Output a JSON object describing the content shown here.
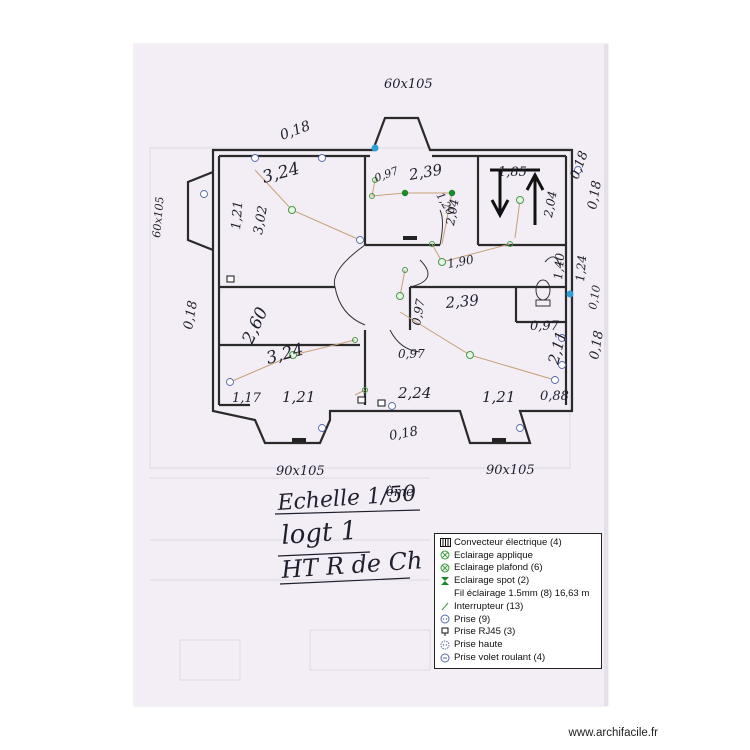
{
  "dims": {
    "top_window": "60x105",
    "top_left_wall": "0,18",
    "top_right_wall": "0,18",
    "room_a_width": "3,24",
    "room_a_height": "3,02",
    "room_a_side": "1,21",
    "left_window": "60x105",
    "left_wall": "0,18",
    "room_b_height": "2,60",
    "room_b_width": "3,24",
    "bottom_a": "1,17",
    "bottom_b": "1,21",
    "bottom_c": "2,24",
    "bottom_d": "1,21",
    "bottom_e": "0,88",
    "bottom_wall": "0,18",
    "window_bl": "90x105",
    "window_br": "90x105",
    "small_room_w": "2,39",
    "small_room_h": "2,04",
    "small_val": "0,97",
    "wc_w": "1,85",
    "wc_h": "2,04",
    "hall_a": "1,20",
    "hall_b": "1,90",
    "mid_w": "2,39",
    "mid_v": "0,97",
    "right_a": "0,97",
    "right_h": "2,11",
    "right_wall": "0,18",
    "right_wall_b": "0,18",
    "right_mid": "1,24",
    "right_small": "1,40",
    "right_b": "0,10",
    "door_a": "0,97"
  },
  "title_lines": [
    "Echelle 1/50",
    "ème",
    "logt 1",
    "HT R de Ch"
  ],
  "legend": {
    "items": [
      {
        "icon": "convector-icon",
        "label": "Convecteur électrique (4)"
      },
      {
        "icon": "wall-light-icon",
        "label": "Eclairage applique"
      },
      {
        "icon": "ceiling-light-icon",
        "label": "Eclairage plafond (6)"
      },
      {
        "icon": "spot-light-icon",
        "label": "Eclairage spot (2)"
      },
      {
        "icon": "",
        "label": "Fil éclairage 1.5mm (8) 16,63 m"
      },
      {
        "icon": "switch-icon",
        "label": "Interrupteur (13)"
      },
      {
        "icon": "socket-icon",
        "label": "Prise (9)"
      },
      {
        "icon": "rj45-icon",
        "label": "Prise  RJ45 (3)"
      },
      {
        "icon": "high-socket-icon",
        "label": "Prise haute"
      },
      {
        "icon": "shutter-socket-icon",
        "label": "Prise volet roulant (4)"
      }
    ]
  },
  "footer": "www.archifacile.fr",
  "colors": {
    "wall": "#2a2a2a",
    "wire": "#c8a078",
    "light": "#4caf50",
    "spot": "#1b8a2a",
    "socket": "#5566aa",
    "blue_point": "#2e9fd8"
  }
}
